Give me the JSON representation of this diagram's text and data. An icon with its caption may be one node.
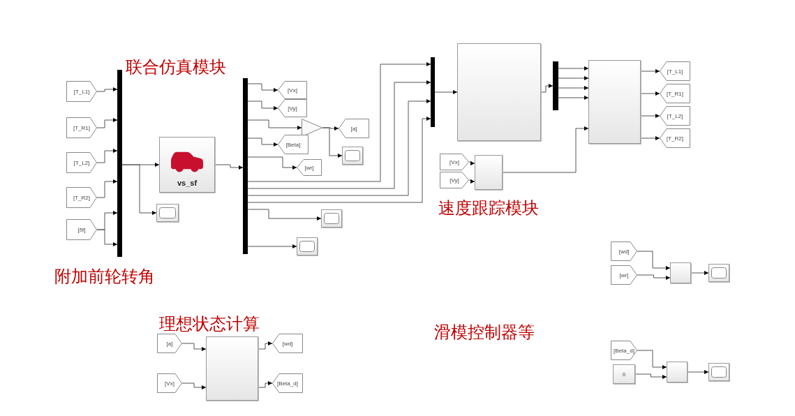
{
  "diagram": {
    "nodes": [
      {
        "text": [
          "[T_L1]"
        ]
      },
      {
        "text": [
          "[T_R1]"
        ]
      },
      {
        "text": [
          "[T_L2]"
        ]
      },
      {
        "text": [
          "[T_R2]"
        ]
      },
      {
        "text": [
          "[δf]"
        ]
      },
      {
        "text": [],
        "shape": "bar"
      },
      {
        "text": [
          "vs_sf"
        ]
      },
      {
        "text": [],
        "shape": "box"
      },
      {
        "text": [],
        "shape": "bar"
      },
      {
        "text": [
          "[Vx]"
        ]
      },
      {
        "text": [
          "[Vy]"
        ]
      },
      {
        "text": [],
        "shape": "triangle"
      },
      {
        "text": [
          "[a]"
        ]
      },
      {
        "text": [],
        "shape": "box"
      },
      {
        "text": [
          "[Beta]"
        ]
      },
      {
        "text": [
          "[wr]"
        ]
      },
      {
        "text": [],
        "shape": "box"
      },
      {
        "text": [],
        "shape": "box"
      },
      {
        "text": [],
        "shape": "bar"
      },
      {
        "text": [],
        "shape": "box"
      },
      {
        "text": [
          "[Vx]"
        ]
      },
      {
        "text": [
          "[Vy]"
        ]
      },
      {
        "text": [],
        "shape": "box"
      },
      {
        "text": [],
        "shape": "bar"
      },
      {
        "text": [],
        "shape": "box"
      },
      {
        "text": [
          "[T_L1]"
        ]
      },
      {
        "text": [
          "[T_R1]"
        ]
      },
      {
        "text": [
          "[T_L2]"
        ]
      },
      {
        "text": [
          "[T_R2]"
        ]
      },
      {
        "text": [
          "[wd]"
        ]
      },
      {
        "text": [
          "[wr]"
        ]
      },
      {
        "text": [],
        "shape": "box"
      },
      {
        "text": [],
        "shape": "box"
      },
      {
        "text": [
          "[Beta_d]"
        ]
      },
      {
        "text": [
          "0"
        ]
      },
      {
        "text": [],
        "shape": "box"
      },
      {
        "text": [],
        "shape": "box"
      },
      {
        "text": [
          "[a]"
        ]
      },
      {
        "text": [
          "[Vx]"
        ]
      },
      {
        "text": [],
        "shape": "box"
      },
      {
        "text": [
          "[wd]"
        ]
      },
      {
        "text": [
          "[Beta_d]"
        ]
      }
    ],
    "edges": [
      {
        "from": 0,
        "to": 5,
        "arrow": "to"
      },
      {
        "from": 1,
        "to": 5,
        "arrow": "to"
      },
      {
        "from": 2,
        "to": 5,
        "arrow": "to"
      },
      {
        "from": 3,
        "to": 5,
        "arrow": "to"
      },
      {
        "from": 4,
        "to": 5,
        "arrow": "to"
      },
      {
        "from": 4,
        "to": 5,
        "arrow": "to"
      },
      {
        "from": 5,
        "to": 6,
        "arrow": "to"
      },
      {
        "from": 5,
        "to": 7,
        "arrow": "to"
      },
      {
        "from": 6,
        "to": 8,
        "arrow": "to"
      },
      {
        "from": 8,
        "to": 9,
        "arrow": "to"
      },
      {
        "from": 8,
        "to": 10,
        "arrow": "to"
      },
      {
        "from": 8,
        "to": 11,
        "arrow": "to"
      },
      {
        "from": 8,
        "to": 14,
        "arrow": "to"
      },
      {
        "from": 8,
        "to": 15,
        "arrow": "to"
      },
      {
        "from": 8,
        "to": 18,
        "arrow": "to"
      },
      {
        "from": 8,
        "to": 18,
        "arrow": "to"
      },
      {
        "from": 8,
        "to": 18,
        "arrow": "to"
      },
      {
        "from": 8,
        "to": 18,
        "arrow": "to"
      },
      {
        "from": 8,
        "to": 16,
        "arrow": "to"
      },
      {
        "from": 8,
        "to": 17,
        "arrow": "to"
      },
      {
        "from": 11,
        "to": 12,
        "arrow": "to"
      },
      {
        "from": 11,
        "to": 13,
        "arrow": "to"
      },
      {
        "from": 18,
        "to": 19,
        "arrow": "to"
      },
      {
        "from": 19,
        "to": 23,
        "arrow": "to"
      },
      {
        "from": 23,
        "to": 24,
        "arrow": "to"
      },
      {
        "from": 23,
        "to": 24,
        "arrow": "to"
      },
      {
        "from": 23,
        "to": 24,
        "arrow": "to"
      },
      {
        "from": 23,
        "to": 24,
        "arrow": "to"
      },
      {
        "from": 20,
        "to": 22,
        "arrow": "to"
      },
      {
        "from": 21,
        "to": 22,
        "arrow": "to"
      },
      {
        "from": 22,
        "to": 24,
        "arrow": "to"
      },
      {
        "from": 24,
        "to": 25,
        "arrow": "to"
      },
      {
        "from": 24,
        "to": 26,
        "arrow": "to"
      },
      {
        "from": 24,
        "to": 27,
        "arrow": "to"
      },
      {
        "from": 24,
        "to": 28,
        "arrow": "to"
      },
      {
        "from": 29,
        "to": 31,
        "arrow": "to"
      },
      {
        "from": 30,
        "to": 31,
        "arrow": "to"
      },
      {
        "from": 31,
        "to": 32,
        "arrow": "to"
      },
      {
        "from": 33,
        "to": 35,
        "arrow": "to"
      },
      {
        "from": 34,
        "to": 35,
        "arrow": "to"
      },
      {
        "from": 35,
        "to": 36,
        "arrow": "to"
      },
      {
        "from": 37,
        "to": 39,
        "arrow": "to"
      },
      {
        "from": 38,
        "to": 39,
        "arrow": "to"
      },
      {
        "from": 39,
        "to": 40,
        "arrow": "to"
      },
      {
        "from": 39,
        "to": 41,
        "arrow": "to"
      }
    ],
    "labels": [
      "联合仿真模块",
      "附加前轮转角",
      "速度跟踪模块",
      "理想状态计算",
      "滑模控制器等"
    ]
  }
}
